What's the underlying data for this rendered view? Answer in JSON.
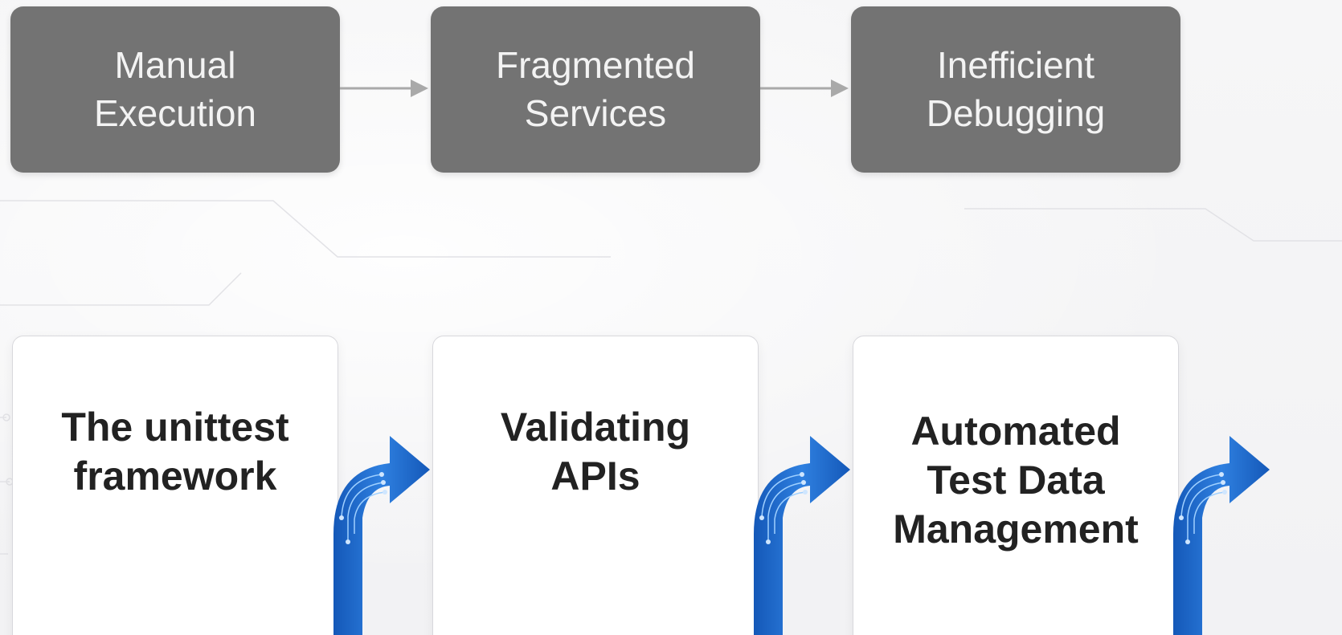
{
  "top_row": {
    "steps": [
      {
        "label": "Manual\nExecution"
      },
      {
        "label": "Fragmented\nServices"
      },
      {
        "label": "Inefficient\nDebugging"
      }
    ]
  },
  "bottom_row": {
    "steps": [
      {
        "label": "The unittest\nframework"
      },
      {
        "label": "Validating\nAPIs"
      },
      {
        "label": "Automated\nTest Data\nManagement"
      }
    ]
  },
  "colors": {
    "gray_box": "#737373",
    "gray_box_text": "#f3f3f3",
    "gray_arrow": "#a9a9a9",
    "white_box_text": "#222222",
    "blue_arrow_dark": "#1458b8",
    "blue_arrow_light": "#3a8ee8"
  },
  "icons": {
    "top_connector": "gray-right-arrow-icon",
    "bottom_connector": "blue-circuit-curved-arrow-icon"
  }
}
